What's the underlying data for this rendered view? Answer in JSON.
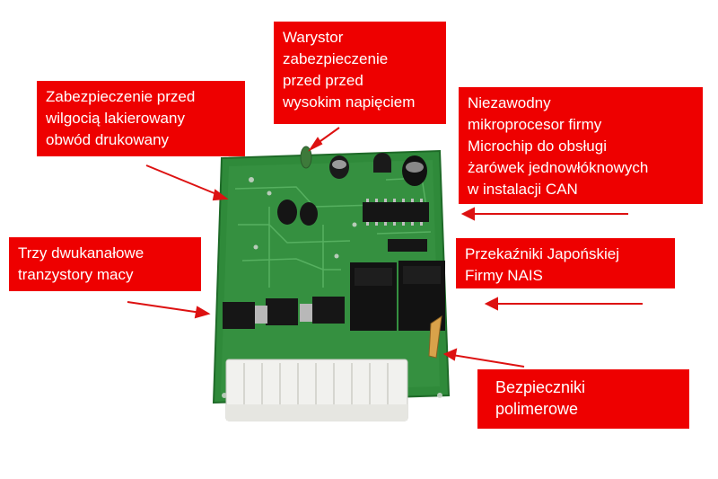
{
  "colors": {
    "label_bg": "#ee0000",
    "label_text": "#ffffff",
    "arrow": "#dd1111",
    "pcb": "#2f8a3a",
    "connector": "#f1f1ee"
  },
  "labels": {
    "varistor": "Warystor\nzabezpieczenie\nprzed przed\nwysokim napięciem",
    "moisture": "Zabezpieczenie przed\nwilgocią lakierowany\nobwód drukowany",
    "microcontroller": "Niezawodny\nmikroprocesor firmy\nMicrochip do obsługi\nżarówek jednowłóknowych\nw instalacji CAN",
    "transistors": "Trzy dwukanałowe\ntranzystory macy",
    "relays": "Przekaźniki Japońskiej\nFirmy  NAIS",
    "fuses": "Bezpieczniki\npolimerowe"
  }
}
